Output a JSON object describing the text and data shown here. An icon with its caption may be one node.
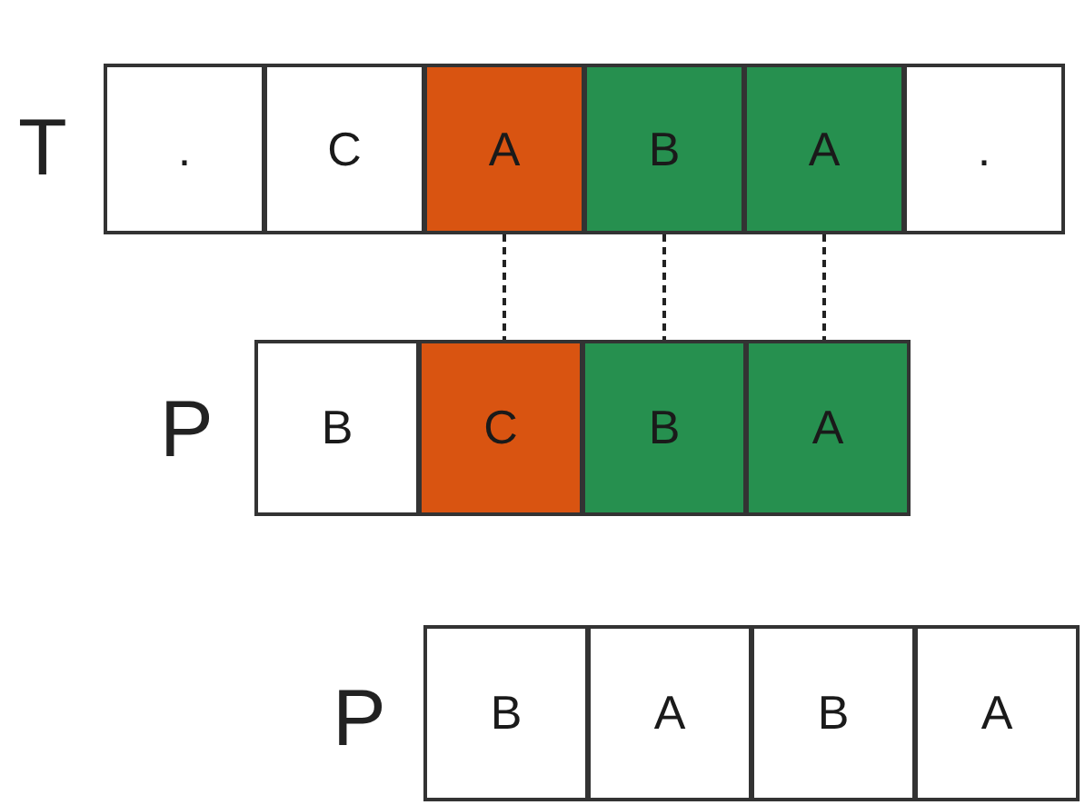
{
  "diagram": {
    "nodes": [
      {
        "text": [
          "."
        ]
      },
      {
        "text": [
          "C"
        ]
      },
      {
        "text": [
          "A"
        ]
      },
      {
        "text": [
          "B"
        ]
      },
      {
        "text": [
          "A"
        ]
      },
      {
        "text": [
          "."
        ]
      },
      {
        "text": [
          "B"
        ]
      },
      {
        "text": [
          "C"
        ]
      },
      {
        "text": [
          "B"
        ]
      },
      {
        "text": [
          "A"
        ]
      },
      {
        "text": [
          "B"
        ]
      },
      {
        "text": [
          "A"
        ]
      },
      {
        "text": [
          "B"
        ]
      },
      {
        "text": [
          "A"
        ]
      }
    ],
    "edges": [
      {
        "from": 2,
        "to": 7,
        "arrow": "none",
        "style": "dashed"
      },
      {
        "from": 3,
        "to": 8,
        "arrow": "none",
        "style": "dashed"
      },
      {
        "from": 4,
        "to": 9,
        "arrow": "none",
        "style": "dashed"
      }
    ],
    "labels": [
      "T",
      "P",
      "P"
    ]
  }
}
